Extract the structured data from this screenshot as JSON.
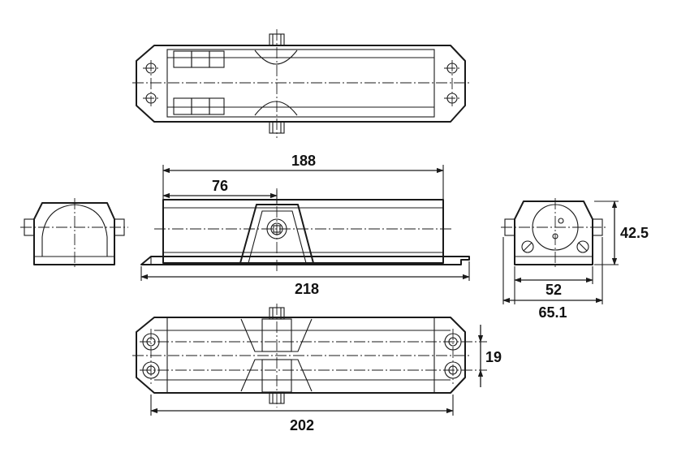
{
  "dimensions": {
    "top_length": "188",
    "offset": "76",
    "base_length": "218",
    "bottom_length": "202",
    "hole_spacing": "19",
    "end_height": "42.5",
    "end_width": "52",
    "end_total_width": "65.1"
  }
}
